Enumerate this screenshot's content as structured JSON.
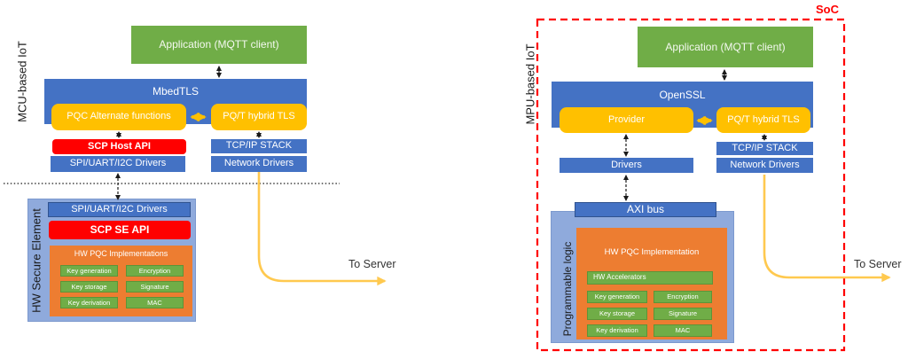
{
  "palette": {
    "blue": "#4472C4",
    "light_blue_container": "#8FAADC",
    "green": "#70AD47",
    "orange": "#ED7D31",
    "gold": "#FFC000",
    "red": "#FF0000",
    "yellow_arrow": "#FFC94F",
    "soc_border_red": "#FF0000"
  },
  "left": {
    "frame_label": "MCU-based IoT",
    "app_label": "Application (MQTT client)",
    "stack_label": "MbedTLS",
    "pqc_alt_label": "PQC Alternate functions",
    "hybrid_label": "PQ/T hybrid TLS",
    "scp_host_label": "SCP Host API",
    "spi_label": "SPI/UART/I2C Drivers",
    "tcpip_label": "TCP/IP STACK",
    "network_label": "Network Drivers",
    "to_server_label": "To Server",
    "se": {
      "label": "HW Secure Element",
      "spi_label": "SPI/UART/I2C Drivers",
      "scp_se_label": "SCP SE API",
      "impl_title": "HW PQC Implementations",
      "cells": [
        "Key generation",
        "Encryption",
        "Key storage",
        "Signature",
        "Key derivation",
        "MAC"
      ]
    }
  },
  "right": {
    "soc_label": "SoC",
    "frame_label": "MPU-based IoT",
    "app_label": "Application (MQTT client)",
    "stack_label": "OpenSSL",
    "provider_label": "Provider",
    "hybrid_label": "PQ/T hybrid TLS",
    "tcpip_label": "TCP/IP STACK",
    "network_label": "Network Drivers",
    "drivers_label": "Drivers",
    "axi_label": "AXI bus",
    "to_server_label": "To Server",
    "pl": {
      "label": "Programmable logic",
      "impl_title": "HW PQC Implementation",
      "accel_label": "HW Accelerators",
      "cells": [
        "Key generation",
        "Encryption",
        "Key storage",
        "Signature",
        "Key derivation",
        "MAC"
      ]
    }
  }
}
